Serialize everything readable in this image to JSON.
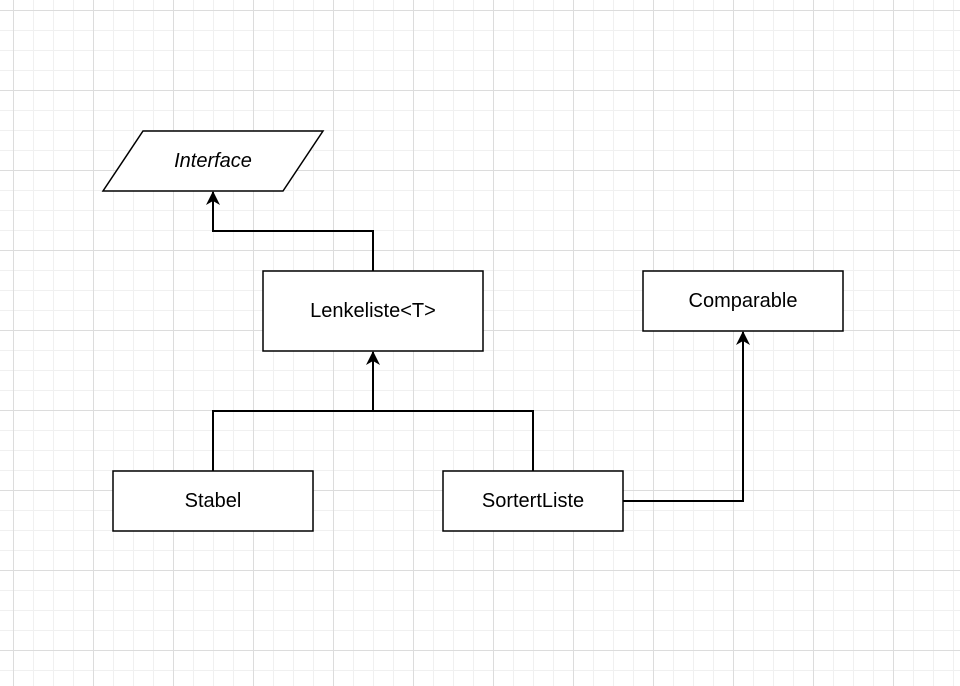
{
  "diagram": {
    "nodes": {
      "interface": {
        "label": "Interface"
      },
      "lenkeliste": {
        "label": "Lenkeliste<T>"
      },
      "comparable": {
        "label": "Comparable"
      },
      "stabel": {
        "label": "Stabel"
      },
      "sortertliste": {
        "label": "SortertListe"
      }
    },
    "edges": [
      {
        "from": "lenkeliste",
        "to": "interface"
      },
      {
        "from": "stabel",
        "to": "lenkeliste"
      },
      {
        "from": "sortertliste",
        "to": "lenkeliste"
      },
      {
        "from": "sortertliste",
        "to": "comparable"
      }
    ],
    "colors": {
      "stroke": "#000000",
      "fill": "#ffffff"
    }
  }
}
